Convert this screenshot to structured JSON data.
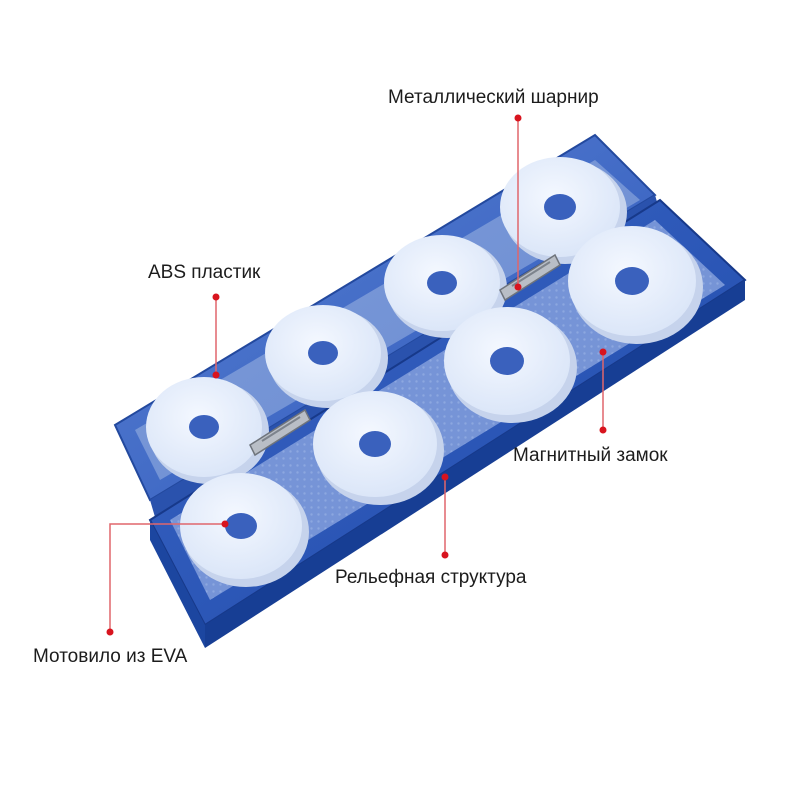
{
  "callouts": {
    "hinge": "Металлический шарнир",
    "abs": "ABS пластик",
    "magnet": "Магнитный замок",
    "relief": "Рельефная структура",
    "eva": "Мотовило из EVA"
  },
  "colors": {
    "box_blue": "#1f4fae",
    "box_dark": "#14327a",
    "spool_white": "#e6eefb",
    "callout_red": "#d8141e",
    "callout_line": "#e0666c"
  }
}
